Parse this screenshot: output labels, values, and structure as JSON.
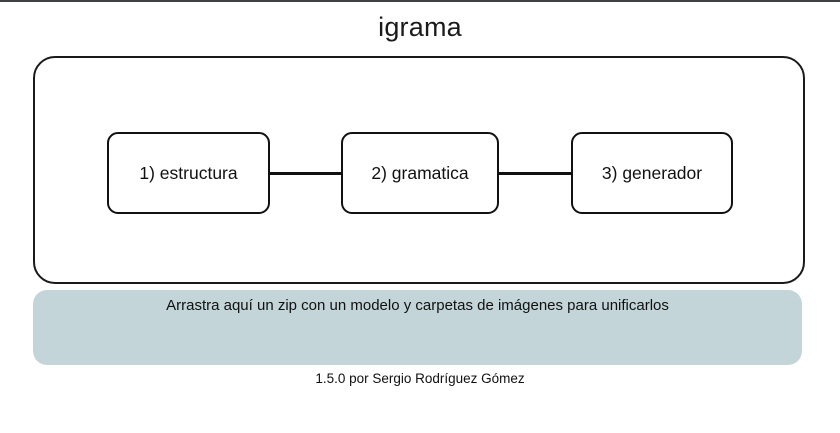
{
  "app": {
    "title": "igrama",
    "version_credit": "1.5.0 por Sergio Rodríguez Gómez"
  },
  "panel": {
    "stages": [
      {
        "label": "1) estructura"
      },
      {
        "label": "2) gramatica"
      },
      {
        "label": "3) generador"
      }
    ],
    "connectors": [
      {
        "from": "1) estructura",
        "to": "2) gramatica"
      },
      {
        "from": "2) gramatica",
        "to": "3) generador"
      }
    ]
  },
  "drop_zone": {
    "text": "Arrastra aquí un zip con un modelo y carpetas de imágenes para unificarlos",
    "color": "#c3d5d9"
  },
  "colors": {
    "background": "#ffffff",
    "outline": "#1a1a1a",
    "drop_zone": "#c3d5d9",
    "text": "#111111",
    "window_border": "#3f4245"
  }
}
